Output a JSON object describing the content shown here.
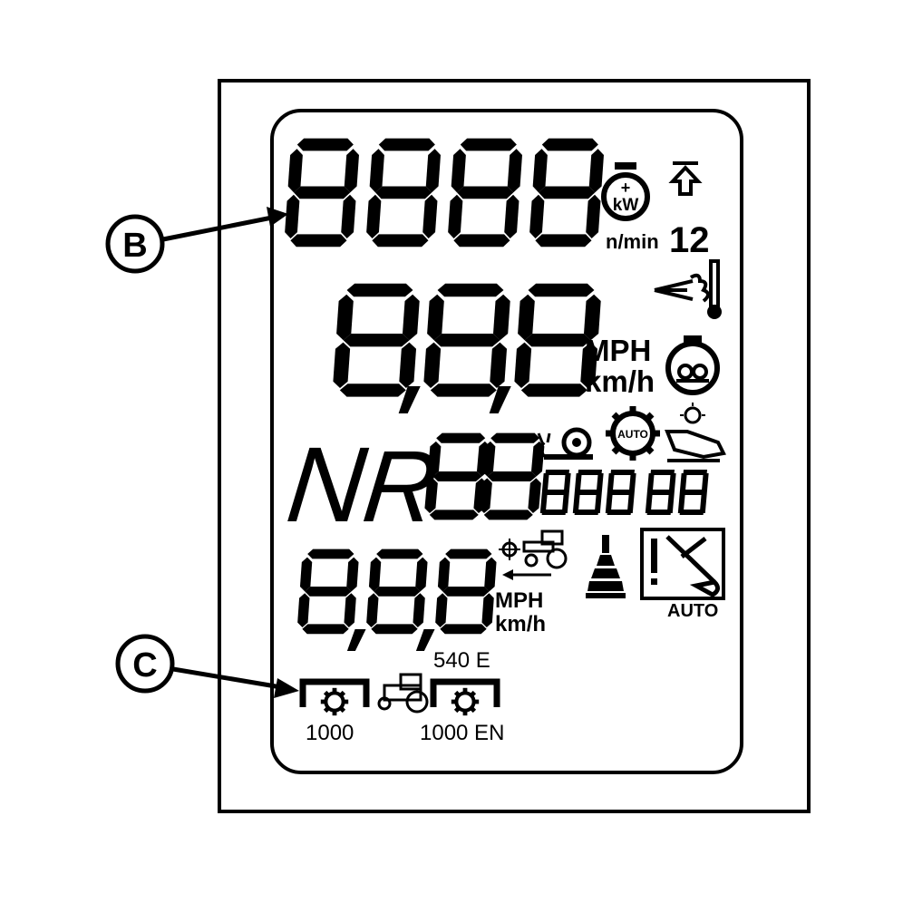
{
  "callouts": {
    "b": "B",
    "c": "C"
  },
  "units": {
    "rpm": "n/min",
    "mph_main": "MPH",
    "kmh_main": "km/h",
    "mph_cruise": "MPH",
    "kmh_cruise": "km/h",
    "auto_badge": "AUTO",
    "gear_auto_badge": "AUTO"
  },
  "values": {
    "gear_number": "12",
    "direction_n": "N",
    "direction_r": "R"
  },
  "pto": {
    "pto_1000": "1000",
    "pto_540e": "540 E",
    "pto_1000en": "1000 EN"
  },
  "colors": {
    "ink": "#000000",
    "paper": "#ffffff"
  },
  "icons": [
    "engine-power-icon",
    "upshift-arrow-icon",
    "exhaust-temperature-icon",
    "engine-turbo-icon",
    "creeper-snail-icon",
    "auto-gear-icon",
    "hand-throttle-icon",
    "cruise-target-icon",
    "shift-lever-icon",
    "steering-warning-icon",
    "pto-gear-icon",
    "tractor-icon"
  ]
}
